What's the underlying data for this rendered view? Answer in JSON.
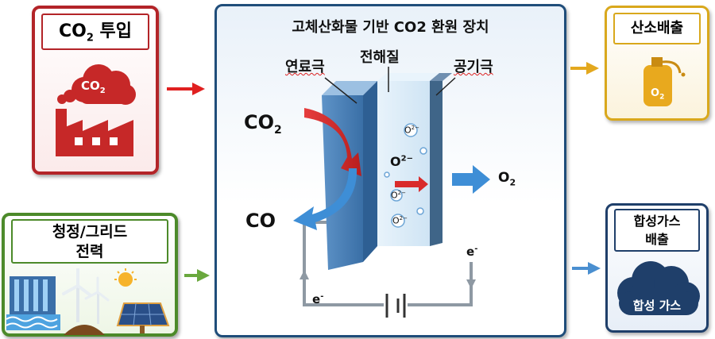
{
  "co2_input": {
    "title": "CO",
    "title_sub": "2",
    "title_suffix": " 투입",
    "icon_label": "CO",
    "icon_label_sub": "2"
  },
  "grid_power": {
    "title_line1": "청정/그리드",
    "title_line2": "전력"
  },
  "device": {
    "title": "고체산화물 기반 CO2 환원 장치",
    "fuel_electrode": "연료극",
    "electrolyte": "전해질",
    "air_electrode": "공기극",
    "co2_label": "CO",
    "co2_sub": "2",
    "co_label": "CO",
    "o2_label": "O",
    "o2_sub": "2",
    "oxygen_ion": "O",
    "oxygen_ion_sup": "2−",
    "electron": "e",
    "electron_sup": "-"
  },
  "o2_output": {
    "title": "산소배출",
    "tank_label": "O",
    "tank_sub": "2"
  },
  "syngas_output": {
    "title_line1": "합성가스",
    "title_line2": "배출",
    "cloud_label": "합성 가스"
  },
  "colors": {
    "red": "#b32428",
    "green": "#4c8a2a",
    "navy": "#1f4d7a",
    "gold": "#d9a81c",
    "arrow_blue": "#3e8ed6"
  }
}
